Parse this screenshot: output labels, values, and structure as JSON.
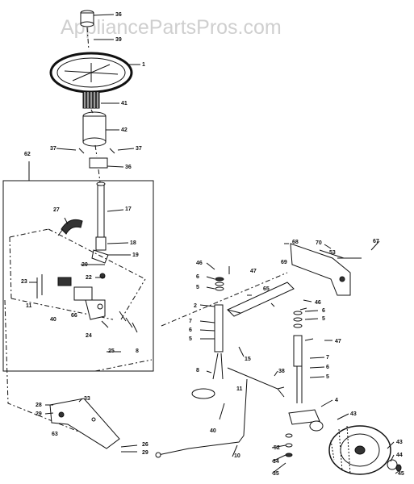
{
  "watermark": "AppliancePartsPros.com",
  "diagram": {
    "callouts": [
      {
        "id": "c-36-top",
        "text": "36"
      },
      {
        "id": "c-39",
        "text": "39"
      },
      {
        "id": "c-1",
        "text": "1"
      },
      {
        "id": "c-41",
        "text": "41"
      },
      {
        "id": "c-42",
        "text": "42"
      },
      {
        "id": "c-37-left",
        "text": "37"
      },
      {
        "id": "c-37-right",
        "text": "37"
      },
      {
        "id": "c-36-mid",
        "text": "36"
      },
      {
        "id": "c-62",
        "text": "62"
      },
      {
        "id": "c-27",
        "text": "27"
      },
      {
        "id": "c-17",
        "text": "17"
      },
      {
        "id": "c-18",
        "text": "18"
      },
      {
        "id": "c-19",
        "text": "19"
      },
      {
        "id": "c-20",
        "text": "20"
      },
      {
        "id": "c-22",
        "text": "22"
      },
      {
        "id": "c-23",
        "text": "23"
      },
      {
        "id": "c-11-left",
        "text": "11"
      },
      {
        "id": "c-40-left",
        "text": "40"
      },
      {
        "id": "c-66",
        "text": "66"
      },
      {
        "id": "c-24",
        "text": "24"
      },
      {
        "id": "c-25",
        "text": "25"
      },
      {
        "id": "c-8-box",
        "text": "8"
      },
      {
        "id": "c-46-left",
        "text": "46"
      },
      {
        "id": "c-6-a",
        "text": "6"
      },
      {
        "id": "c-5-a",
        "text": "5"
      },
      {
        "id": "c-47-top",
        "text": "47"
      },
      {
        "id": "c-2",
        "text": "2"
      },
      {
        "id": "c-7-a",
        "text": "7"
      },
      {
        "id": "c-6-b",
        "text": "6"
      },
      {
        "id": "c-5-b",
        "text": "5"
      },
      {
        "id": "c-15",
        "text": "15"
      },
      {
        "id": "c-65",
        "text": "65"
      },
      {
        "id": "c-68",
        "text": "68"
      },
      {
        "id": "c-70",
        "text": "70"
      },
      {
        "id": "c-67",
        "text": "67"
      },
      {
        "id": "c-69",
        "text": "69"
      },
      {
        "id": "c-53",
        "text": "53"
      },
      {
        "id": "c-46-right",
        "text": "46"
      },
      {
        "id": "c-6-c",
        "text": "6"
      },
      {
        "id": "c-5-c",
        "text": "5"
      },
      {
        "id": "c-47-right",
        "text": "47"
      },
      {
        "id": "c-7-b",
        "text": "7"
      },
      {
        "id": "c-6-d",
        "text": "6"
      },
      {
        "id": "c-5-d",
        "text": "5"
      },
      {
        "id": "c-38",
        "text": "38"
      },
      {
        "id": "c-8-mid",
        "text": "8"
      },
      {
        "id": "c-11-mid",
        "text": "11"
      },
      {
        "id": "c-4",
        "text": "4"
      },
      {
        "id": "c-40-mid",
        "text": "40"
      },
      {
        "id": "c-43-top",
        "text": "43"
      },
      {
        "id": "c-28",
        "text": "28"
      },
      {
        "id": "c-29-a",
        "text": "29"
      },
      {
        "id": "c-33",
        "text": "33"
      },
      {
        "id": "c-63",
        "text": "63"
      },
      {
        "id": "c-26",
        "text": "26"
      },
      {
        "id": "c-29-b",
        "text": "29"
      },
      {
        "id": "c-10",
        "text": "10"
      },
      {
        "id": "c-52",
        "text": "52"
      },
      {
        "id": "c-34",
        "text": "34"
      },
      {
        "id": "c-35",
        "text": "35"
      },
      {
        "id": "c-43-bottom",
        "text": "43"
      },
      {
        "id": "c-44",
        "text": "44"
      },
      {
        "id": "c-45",
        "text": "45"
      }
    ]
  }
}
